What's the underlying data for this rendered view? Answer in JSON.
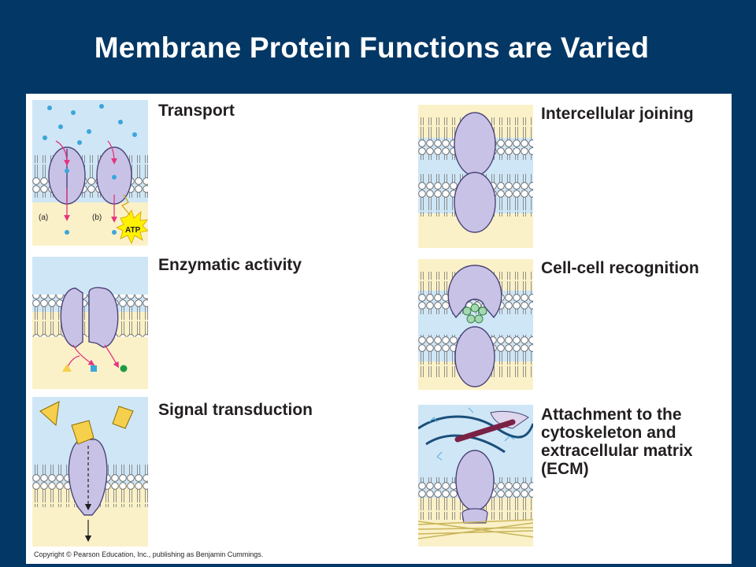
{
  "title": "Membrane Protein Functions are Varied",
  "functions": [
    {
      "label": "Transport",
      "sublabels": [
        "(a)",
        "(b)"
      ],
      "atp": "ATP"
    },
    {
      "label": "Enzymatic activity"
    },
    {
      "label": "Signal transduction"
    },
    {
      "label": "Intercellular joining"
    },
    {
      "label": "Cell-cell recognition"
    },
    {
      "label_lines": [
        "Attachment to the",
        "cytoskeleton and",
        "extracellular matrix",
        "(ECM)"
      ]
    }
  ],
  "copyright": "Copyright © Pearson Education, Inc., publishing as Benjamin Cummings.",
  "colors": {
    "background": "#033765",
    "extracellular": "#cfe6f6",
    "cytoplasm": "#fbf1c8",
    "protein": "#c8c3e6",
    "protein_stroke": "#4b4478",
    "arrow": "#e5337f",
    "ion": "#3aa6db",
    "signal": "#f6d04c",
    "atp": "#fff200"
  }
}
